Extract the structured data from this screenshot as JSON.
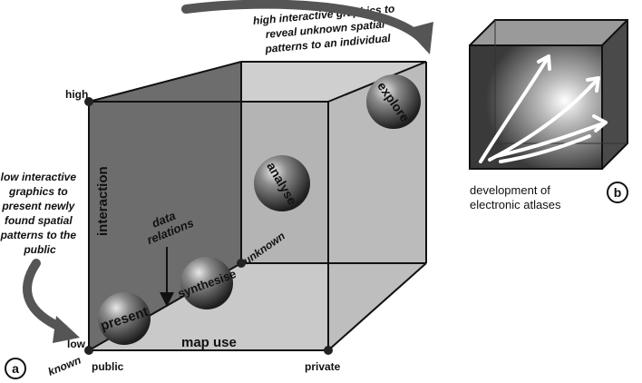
{
  "panel_a": {
    "panel_label": "a",
    "annotations": {
      "top": [
        "high interactive graphics to",
        "reveal unknown spatial",
        "patterns to an individual"
      ],
      "left": [
        "low interactive",
        "graphics to",
        "present newly",
        "found spatial",
        "patterns to the",
        "public"
      ],
      "data_relations": [
        "data",
        "relations"
      ]
    },
    "axes": {
      "interaction": {
        "label": "interaction",
        "low": "low",
        "high": "high"
      },
      "map_use": {
        "label": "map use",
        "public": "public",
        "private": "private"
      },
      "data": {
        "known": "known",
        "unknown": "unknown"
      }
    },
    "spheres": {
      "present": "present",
      "synthesise": "synthesise",
      "analyse": "analyse",
      "explore": "explore"
    }
  },
  "panel_b": {
    "panel_label": "b",
    "caption": [
      "development of",
      "electronic atlases"
    ]
  },
  "colors": {
    "left_face": "#6f6f6f",
    "right_face": "#c2c2c2",
    "edges": "#111111",
    "arrow": "#555555"
  }
}
